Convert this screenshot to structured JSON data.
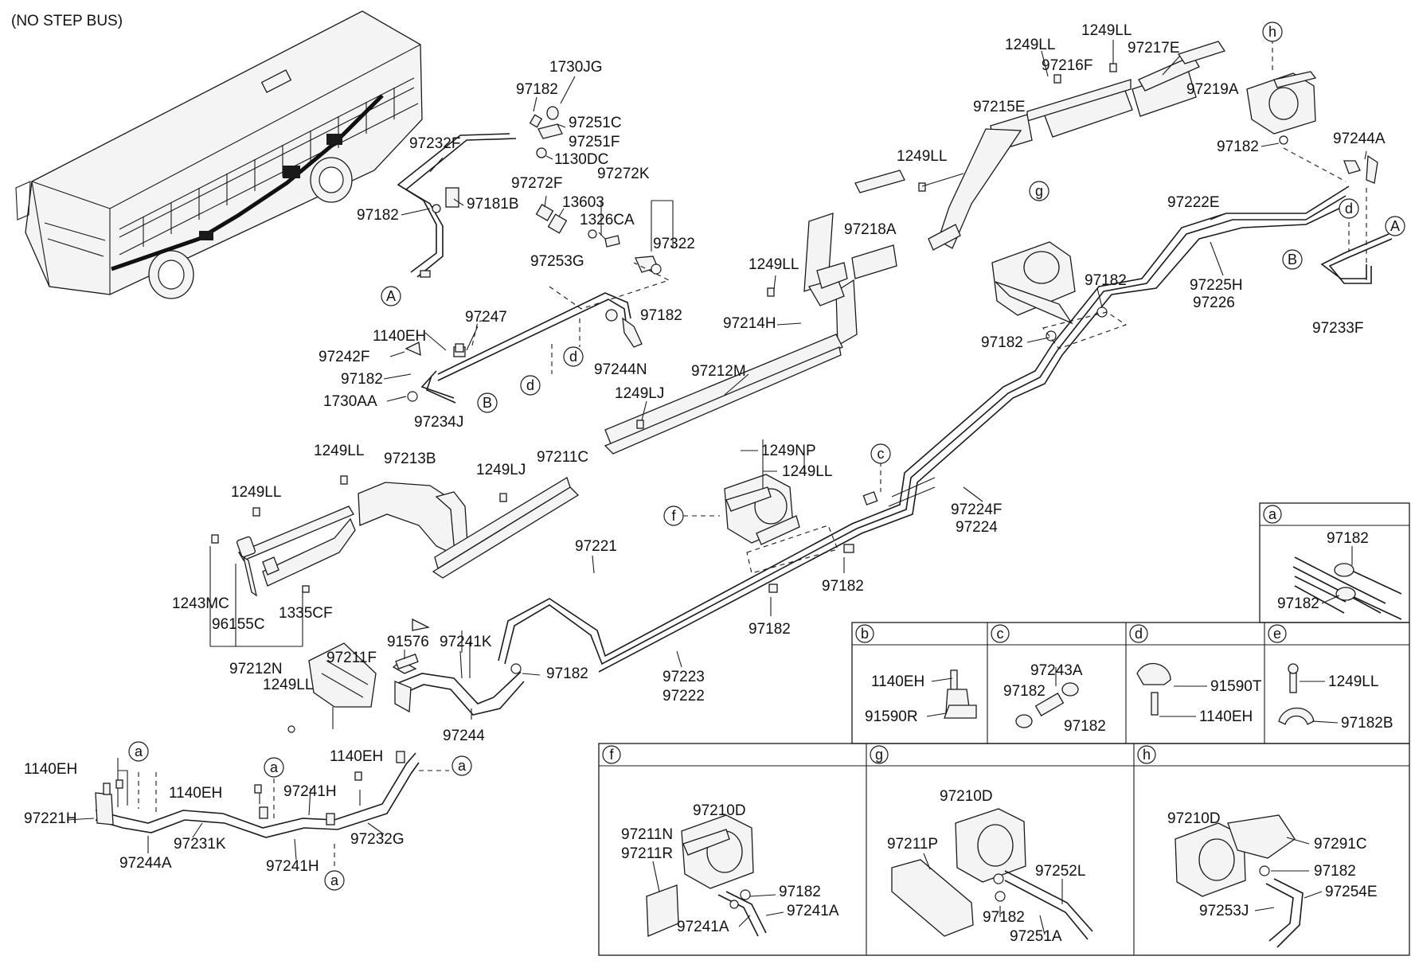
{
  "header": {
    "note": "(NO STEP BUS)"
  },
  "labels": {
    "p1730JG": "1730JG",
    "p97182_a": "97182",
    "p97251C": "97251C",
    "p97251F": "97251F",
    "p1130DC": "1130DC",
    "p97232F": "97232F",
    "p97181B": "97181B",
    "p97182_b": "97182",
    "p97272F": "97272F",
    "p97272K": "97272K",
    "p13603": "13603",
    "p1326CA": "1326CA",
    "p97322": "97322",
    "p97253G": "97253G",
    "p97182_c": "97182",
    "p1140EH_a": "1140EH",
    "p97247": "97247",
    "p97242F": "97242F",
    "p97182_d": "97182",
    "p1730AA": "1730AA",
    "p97234J": "97234J",
    "p97244N": "97244N",
    "p1249LL_a": "1249LL",
    "p1249LL_b": "1249LL",
    "p97216F": "97216F",
    "p97217E": "97217E",
    "p97219A": "97219A",
    "p97215E": "97215E",
    "p1249LL_c": "1249LL",
    "p97218A": "97218A",
    "p1249LL_d": "1249LL",
    "p97214H": "97214H",
    "p97212M": "97212M",
    "p1249LJ_a": "1249LJ",
    "p97182_e": "97182",
    "p97244A_a": "97244A",
    "p97222E": "97222E",
    "p97225H": "97225H",
    "p97226": "97226",
    "p97233F": "97233F",
    "p97182_f": "97182",
    "p97182_g": "97182",
    "p1249NP": "1249NP",
    "p1249LL_e": "1249LL",
    "p97224F": "97224F",
    "p97224": "97224",
    "p97182_h": "97182",
    "p97182_i": "97182",
    "p97221": "97221",
    "p97223": "97223",
    "p97222": "97222",
    "p1249LL_f": "1249LL",
    "p97213B": "97213B",
    "p1249LJ_b": "1249LJ",
    "p97211C": "97211C",
    "p1249LL_g": "1249LL",
    "p1243MC": "1243MC",
    "p96155C": "96155C",
    "p1335CF": "1335CF",
    "p97212N": "97212N",
    "p91576": "91576",
    "p97241K": "97241K",
    "p97182_j": "97182",
    "p97211F": "97211F",
    "p1249LL_h": "1249LL",
    "p97244": "97244",
    "p1140EH_b": "1140EH",
    "p1140EH_c": "1140EH",
    "p97241H_a": "97241H",
    "p1140EH_d": "1140EH",
    "p97221H": "97221H",
    "p97231K": "97231K",
    "p97232G": "97232G",
    "p97244A_b": "97244A",
    "p97241H_b": "97241H"
  },
  "callouts": {
    "A": "A",
    "B": "B",
    "a": "a",
    "b": "b",
    "c": "c",
    "d": "d",
    "e": "e",
    "f": "f",
    "g": "g",
    "h": "h"
  },
  "detail_boxes": {
    "a": {
      "letter": "a",
      "items": [
        "97182",
        "97182"
      ]
    },
    "b": {
      "letter": "b",
      "items": [
        "1140EH",
        "91590R"
      ]
    },
    "c": {
      "letter": "c",
      "items": [
        "97243A",
        "97182",
        "97182"
      ]
    },
    "d": {
      "letter": "d",
      "items": [
        "91590T",
        "1140EH"
      ]
    },
    "e": {
      "letter": "e",
      "items": [
        "1249LL",
        "97182B"
      ]
    },
    "f": {
      "letter": "f",
      "items": [
        "97210D",
        "97211N",
        "97211R",
        "97182",
        "97241A",
        "97241A"
      ]
    },
    "g": {
      "letter": "g",
      "items": [
        "97210D",
        "97211P",
        "97252L",
        "97182",
        "97251A"
      ]
    },
    "h": {
      "letter": "h",
      "items": [
        "97210D",
        "97291C",
        "97182",
        "97254E",
        "97253J"
      ]
    }
  }
}
